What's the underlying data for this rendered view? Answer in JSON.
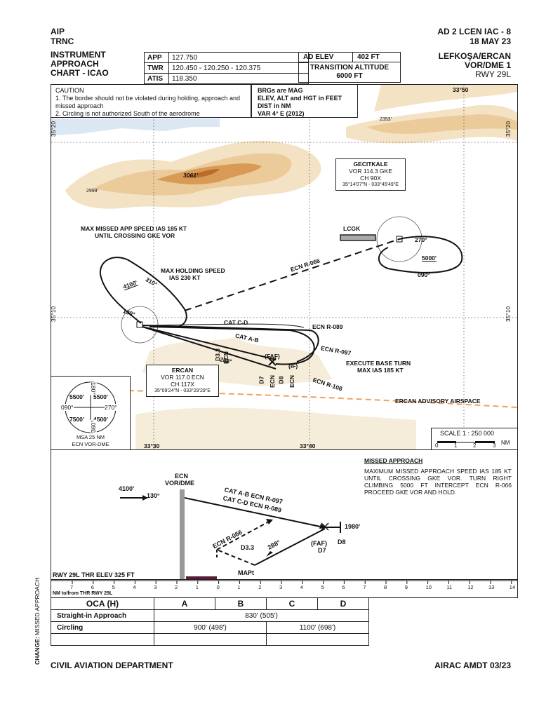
{
  "header": {
    "left_line1": "AIP",
    "left_line2": "TRNC",
    "right_line1": "AD 2 LCEN IAC - 8",
    "right_line2": "18 MAY 23"
  },
  "title": {
    "chart_line1": "INSTRUMENT",
    "chart_line2": "APPROACH",
    "chart_line3": "CHART - ICAO",
    "airport": "LEFKOŞA/ERCAN",
    "procedure": "VOR/DME 1",
    "runway": "RWY 29L"
  },
  "frequencies": [
    {
      "key": "APP",
      "value": "127.750"
    },
    {
      "key": "TWR",
      "value": "120.450 - 120.250 - 120.375"
    },
    {
      "key": "ATIS",
      "value": "118.350"
    }
  ],
  "elevation": {
    "label": "AD ELEV",
    "value": "402 FT",
    "transition_label": "TRANSITION ALTITUDE",
    "transition_value": "6000 FT"
  },
  "caution": {
    "title": "CAUTION",
    "line1": "1. The border should not be violated during holding, approach and missed approach",
    "line2": "2. Circling is not authorized South of the aerodrome"
  },
  "units": {
    "line1": "BRGs are MAG",
    "line2": "ELEV, ALT and HGT in FEET",
    "line3": "DIST in NM",
    "line4": "VAR 4° E (2012)"
  },
  "map": {
    "lat_top": "33°50",
    "lat_left_upper": "35°20",
    "lat_right_upper": "35°20",
    "lat_left_lower": "35°10",
    "lat_right_lower": "35°10",
    "lon_bottom_left": "33°30",
    "lon_bottom_mid": "33°40",
    "spot_3061": "3061'",
    "spot_2999": "2999'",
    "spot_2353": "2353'",
    "max_missed": "MAX MISSED APP SPEED IAS 185 KT",
    "until_gke": "UNTIL CROSSING GKE VOR",
    "max_holding": "MAX HOLDING SPEED",
    "ias_230": "IAS 230 KT",
    "cat_cd": "CAT C-D",
    "cat_ab": "CAT A-B",
    "ecn_r089": "ECN R-089",
    "ecn_r097": "ECN R-097",
    "ecn_r108": "ECN R-108",
    "ecn_r066": "ECN R-066",
    "execute_base": "EXECUTE BASE TURN",
    "max_ias_185": "MAX IAS 185 KT",
    "faf": "(FAF)",
    "if": "(IF)",
    "d33": "D3.3",
    "d7": "D7",
    "d8": "D8",
    "ecn": "ECN",
    "hold_alt": "4100'",
    "hold_310": "310°",
    "hold_130": "130°",
    "crs_288": "288°",
    "gke_alt": "5000'",
    "gke_270": "270°",
    "gke_090": "090°",
    "lcgk": "LCGK",
    "advisory": "ERCAN ADVISORY AIRSPACE"
  },
  "gecitkale": {
    "name": "GECITKALE",
    "freq": "VOR 114.3 GKE",
    "ch": "CH 90X",
    "coord": "35°14'07\"N - 033°45'49\"E"
  },
  "ercan": {
    "name": "ERCAN",
    "freq": "VOR 117.0 ECN",
    "ch": "CH 117X",
    "coord": "35°09'24\"N - 033°29'29\"E"
  },
  "msa": {
    "nw": "5500'",
    "ne": "5500'",
    "sw": "7500'",
    "se": "4500'",
    "b090": "090°",
    "b270": "270°",
    "b180": "180°",
    "b360": "360°",
    "caption1": "MSA 25 NM",
    "caption2": "ECN VOR-DME"
  },
  "scale": {
    "label": "SCALE 1 : 250 000",
    "t0": "0",
    "t1": "1",
    "t2": "2",
    "t3": "3",
    "unit": "NM"
  },
  "missed_approach": {
    "heading": "MISSED APPROACH",
    "text": "MAXIMUM MISSED APPROACH SPEED IAS 185 KT UNTIL CROSSING GKE VOR. TURN RIGHT CLIMBING 5000 FT INTERCEPT ECN R-066 PROCEED GKE VOR AND HOLD."
  },
  "profile": {
    "station1": "ECN",
    "station2": "VOR/DME",
    "alt_4100": "4100'",
    "crs_130": "130°",
    "cat_ab": "CAT A-B ECN R-097",
    "cat_cd": "CAT C-D ECN R-089",
    "alt_1980": "1980'",
    "faf": "(FAF)",
    "d7": "D7",
    "d8": "D8",
    "ecn_r066": "ECN R-066",
    "crs_288": "288°",
    "d33": "D3.3",
    "mapt": "MAPt",
    "thr": "RWY 29L THR ELEV 325 FT"
  },
  "ruler": {
    "caption": "NM to/from THR RWY 29L",
    "ticks": [
      "7",
      "6",
      "5",
      "4",
      "3",
      "2",
      "1",
      "0",
      "1",
      "2",
      "3",
      "4",
      "5",
      "6",
      "7",
      "8",
      "9",
      "10",
      "11",
      "12",
      "13",
      "14"
    ]
  },
  "oca": {
    "header": "OCA (H)",
    "a": "A",
    "b": "B",
    "c": "C",
    "d": "D",
    "straight_label": "Straight-in Approach",
    "straight_value": "830' (505')",
    "circling_label": "Circling",
    "circling_ab": "900' (498')",
    "circling_cd": "1100' (698')"
  },
  "footer": {
    "left": "CIVIL AVIATION DEPARTMENT",
    "right": "AIRAC AMDT 03/23"
  },
  "change": {
    "label": "CHANGE:",
    "text": " MISSED APPROACH"
  }
}
